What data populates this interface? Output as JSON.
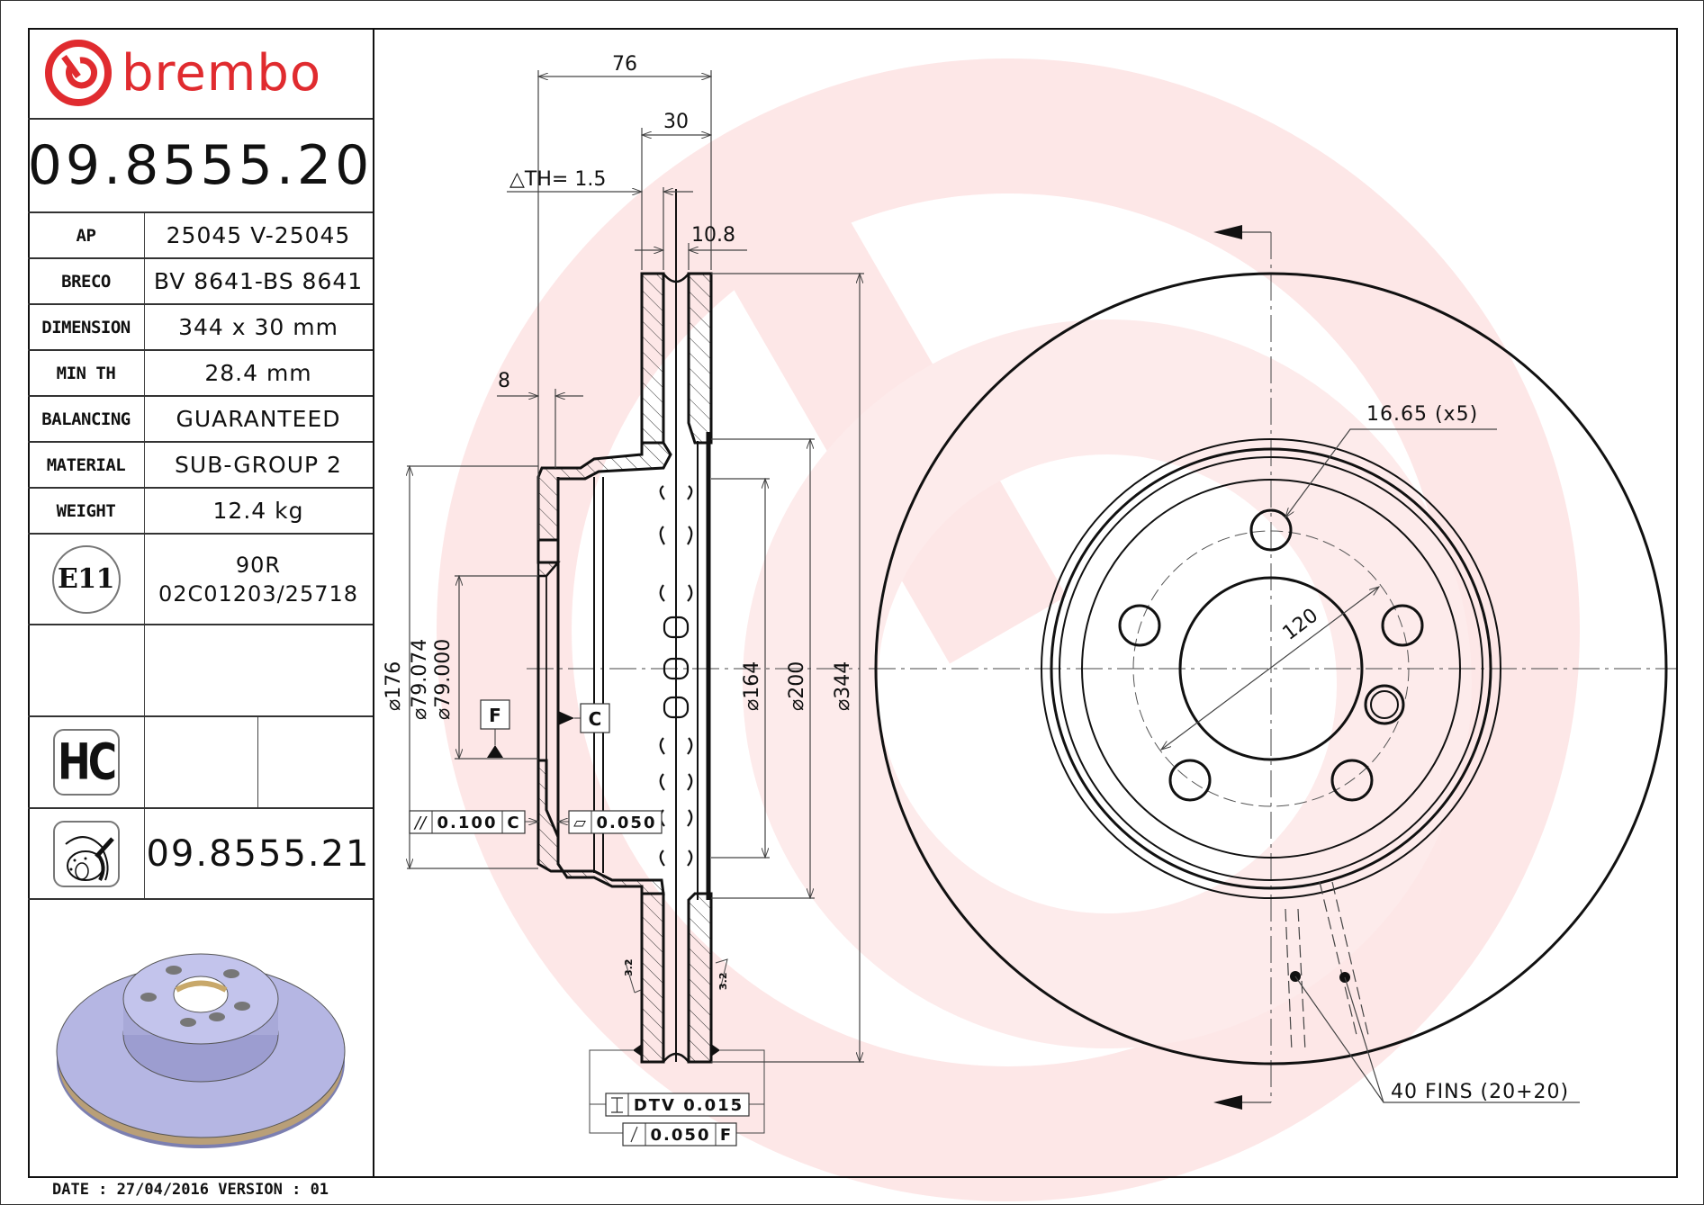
{
  "brand": {
    "name": "brembo",
    "color": "#e02b2f"
  },
  "part_number": "09.8555.20",
  "spec_table": [
    {
      "label": "AP",
      "value": "25045 V-25045"
    },
    {
      "label": "BRECO",
      "value": "BV 8641-BS 8641"
    },
    {
      "label": "DIMENSION",
      "value": "344 x 30 mm"
    },
    {
      "label": "MIN TH",
      "value": "28.4 mm"
    },
    {
      "label": "BALANCING",
      "value": "GUARANTEED"
    },
    {
      "label": "MATERIAL",
      "value": "SUB-GROUP 2"
    },
    {
      "label": "WEIGHT",
      "value": "12.4 kg"
    }
  ],
  "approval": {
    "mark": "E11",
    "regulation": "90R",
    "number": "02C01203/25718"
  },
  "hc_badge": "HC",
  "coated_variant": {
    "icon": "coated-disc-icon",
    "part_number": "09.8555.21"
  },
  "footer": {
    "date_version": "DATE : 27/04/2016 VERSION : 01"
  },
  "drawing": {
    "watermark_color": "#fde6e6",
    "section_view": {
      "dim_overall_height": "76",
      "dim_thickness": "30",
      "dim_delta_th": "△TH= 1.5",
      "dim_plate": "10.8",
      "dim_hat_wall": "8",
      "dia_176": "⌀176",
      "dia_79_074": "⌀79.074",
      "dia_79_000": "⌀79.000",
      "dia_164": "⌀164",
      "dia_200": "⌀200",
      "dia_344": "⌀344",
      "datum_f": "F",
      "datum_c": "C",
      "parallelism": {
        "symbol": "//",
        "value": "0.100",
        "datum": "C"
      },
      "flatness": {
        "symbol": "▱",
        "value": "0.050"
      },
      "dtv": {
        "symbol": "⌶",
        "value": "DTV 0.015"
      },
      "runout": {
        "symbol": "↗",
        "value": "0.050",
        "datum": "F"
      },
      "roughness_left": "3.2",
      "roughness_right": "3.2"
    },
    "front_view": {
      "bolt_hole_dia": "16.65 (x5)",
      "bolt_circle": "120",
      "fins_label": "40 FINS (20+20)"
    }
  }
}
